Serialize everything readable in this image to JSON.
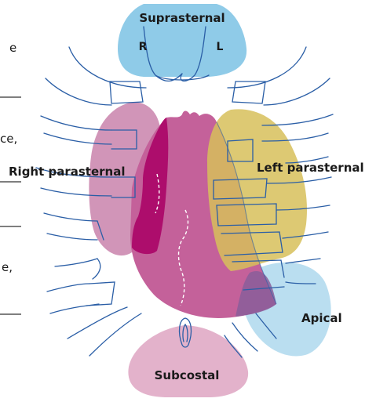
{
  "labels": {
    "suprasternal": "Suprasternal",
    "right_side": "R",
    "left_side": "L",
    "right_parasternal": "Right parasternal",
    "left_parasternal": "Left parasternal",
    "apical": "Apical",
    "subcostal": "Subcostal"
  },
  "left_edge_fragments": [
    "e",
    "ce,",
    "e,"
  ],
  "colors": {
    "suprasternal": "#8fcbe8",
    "right_parasternal": "#cf8fb4",
    "left_parasternal": "#d7c05a",
    "heart": "#c4619a",
    "right_atrium": "#ad0d6c",
    "apical": "#b6dcef",
    "subcostal": "#e3b2cb",
    "outline": "#2a5ea6"
  }
}
